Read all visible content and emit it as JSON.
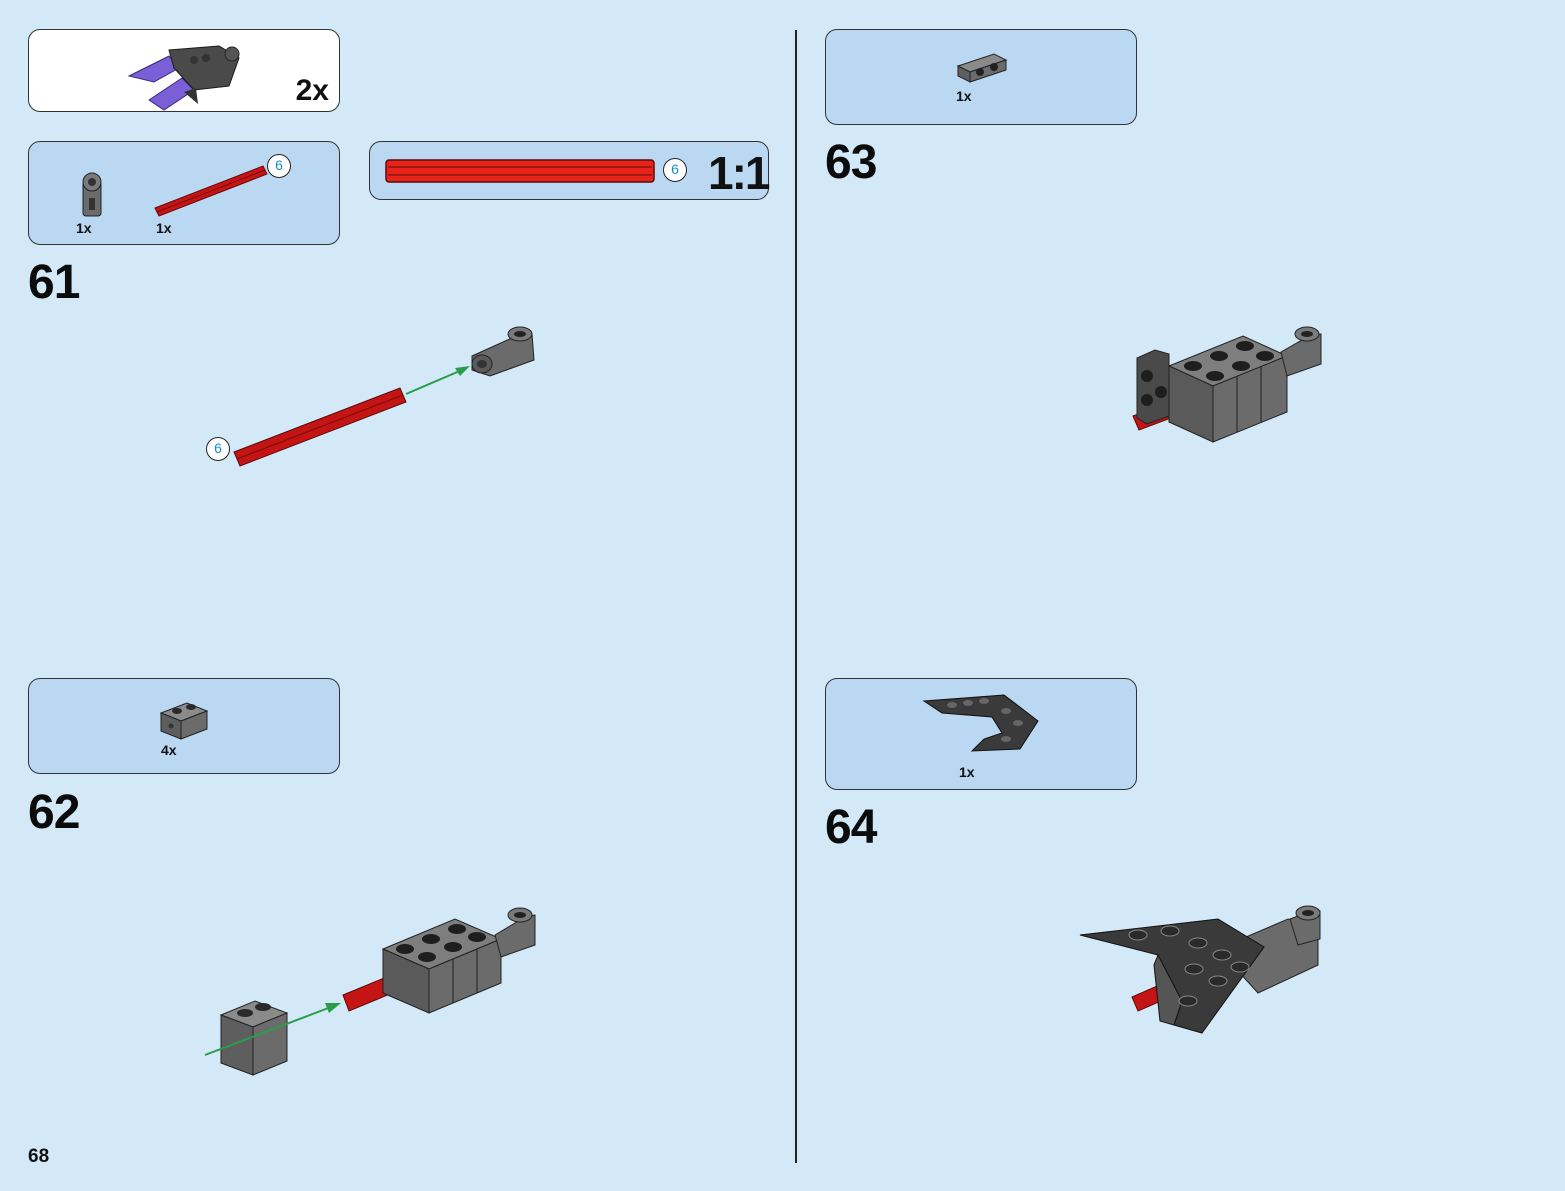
{
  "page": {
    "number": "68"
  },
  "submodel_callout": {
    "multiplier": "2x"
  },
  "scale_callout": {
    "length": "6",
    "scale": "1:1"
  },
  "steps": [
    {
      "number": "61",
      "parts": [
        {
          "qty": "1x",
          "icon": "technic-pin-connector"
        },
        {
          "qty": "1x",
          "icon": "red-axle",
          "length": "6"
        }
      ],
      "axle_length": "6"
    },
    {
      "number": "62",
      "parts": [
        {
          "qty": "4x",
          "icon": "technic-brick-1x2"
        }
      ]
    },
    {
      "number": "63",
      "parts": [
        {
          "qty": "1x",
          "icon": "plate-with-studs-on-side"
        }
      ]
    },
    {
      "number": "64",
      "parts": [
        {
          "qty": "1x",
          "icon": "wedge-plate"
        }
      ]
    }
  ],
  "colors": {
    "background": "#d3e9f8",
    "callout": "#bbd8f2",
    "axle": "#c41414",
    "arrow": "#2a9d4a",
    "brick": "#6b6b6b",
    "dark": "#2a2a2a",
    "purple": "#7b5fd6",
    "badge_text": "#1a8fc8"
  }
}
